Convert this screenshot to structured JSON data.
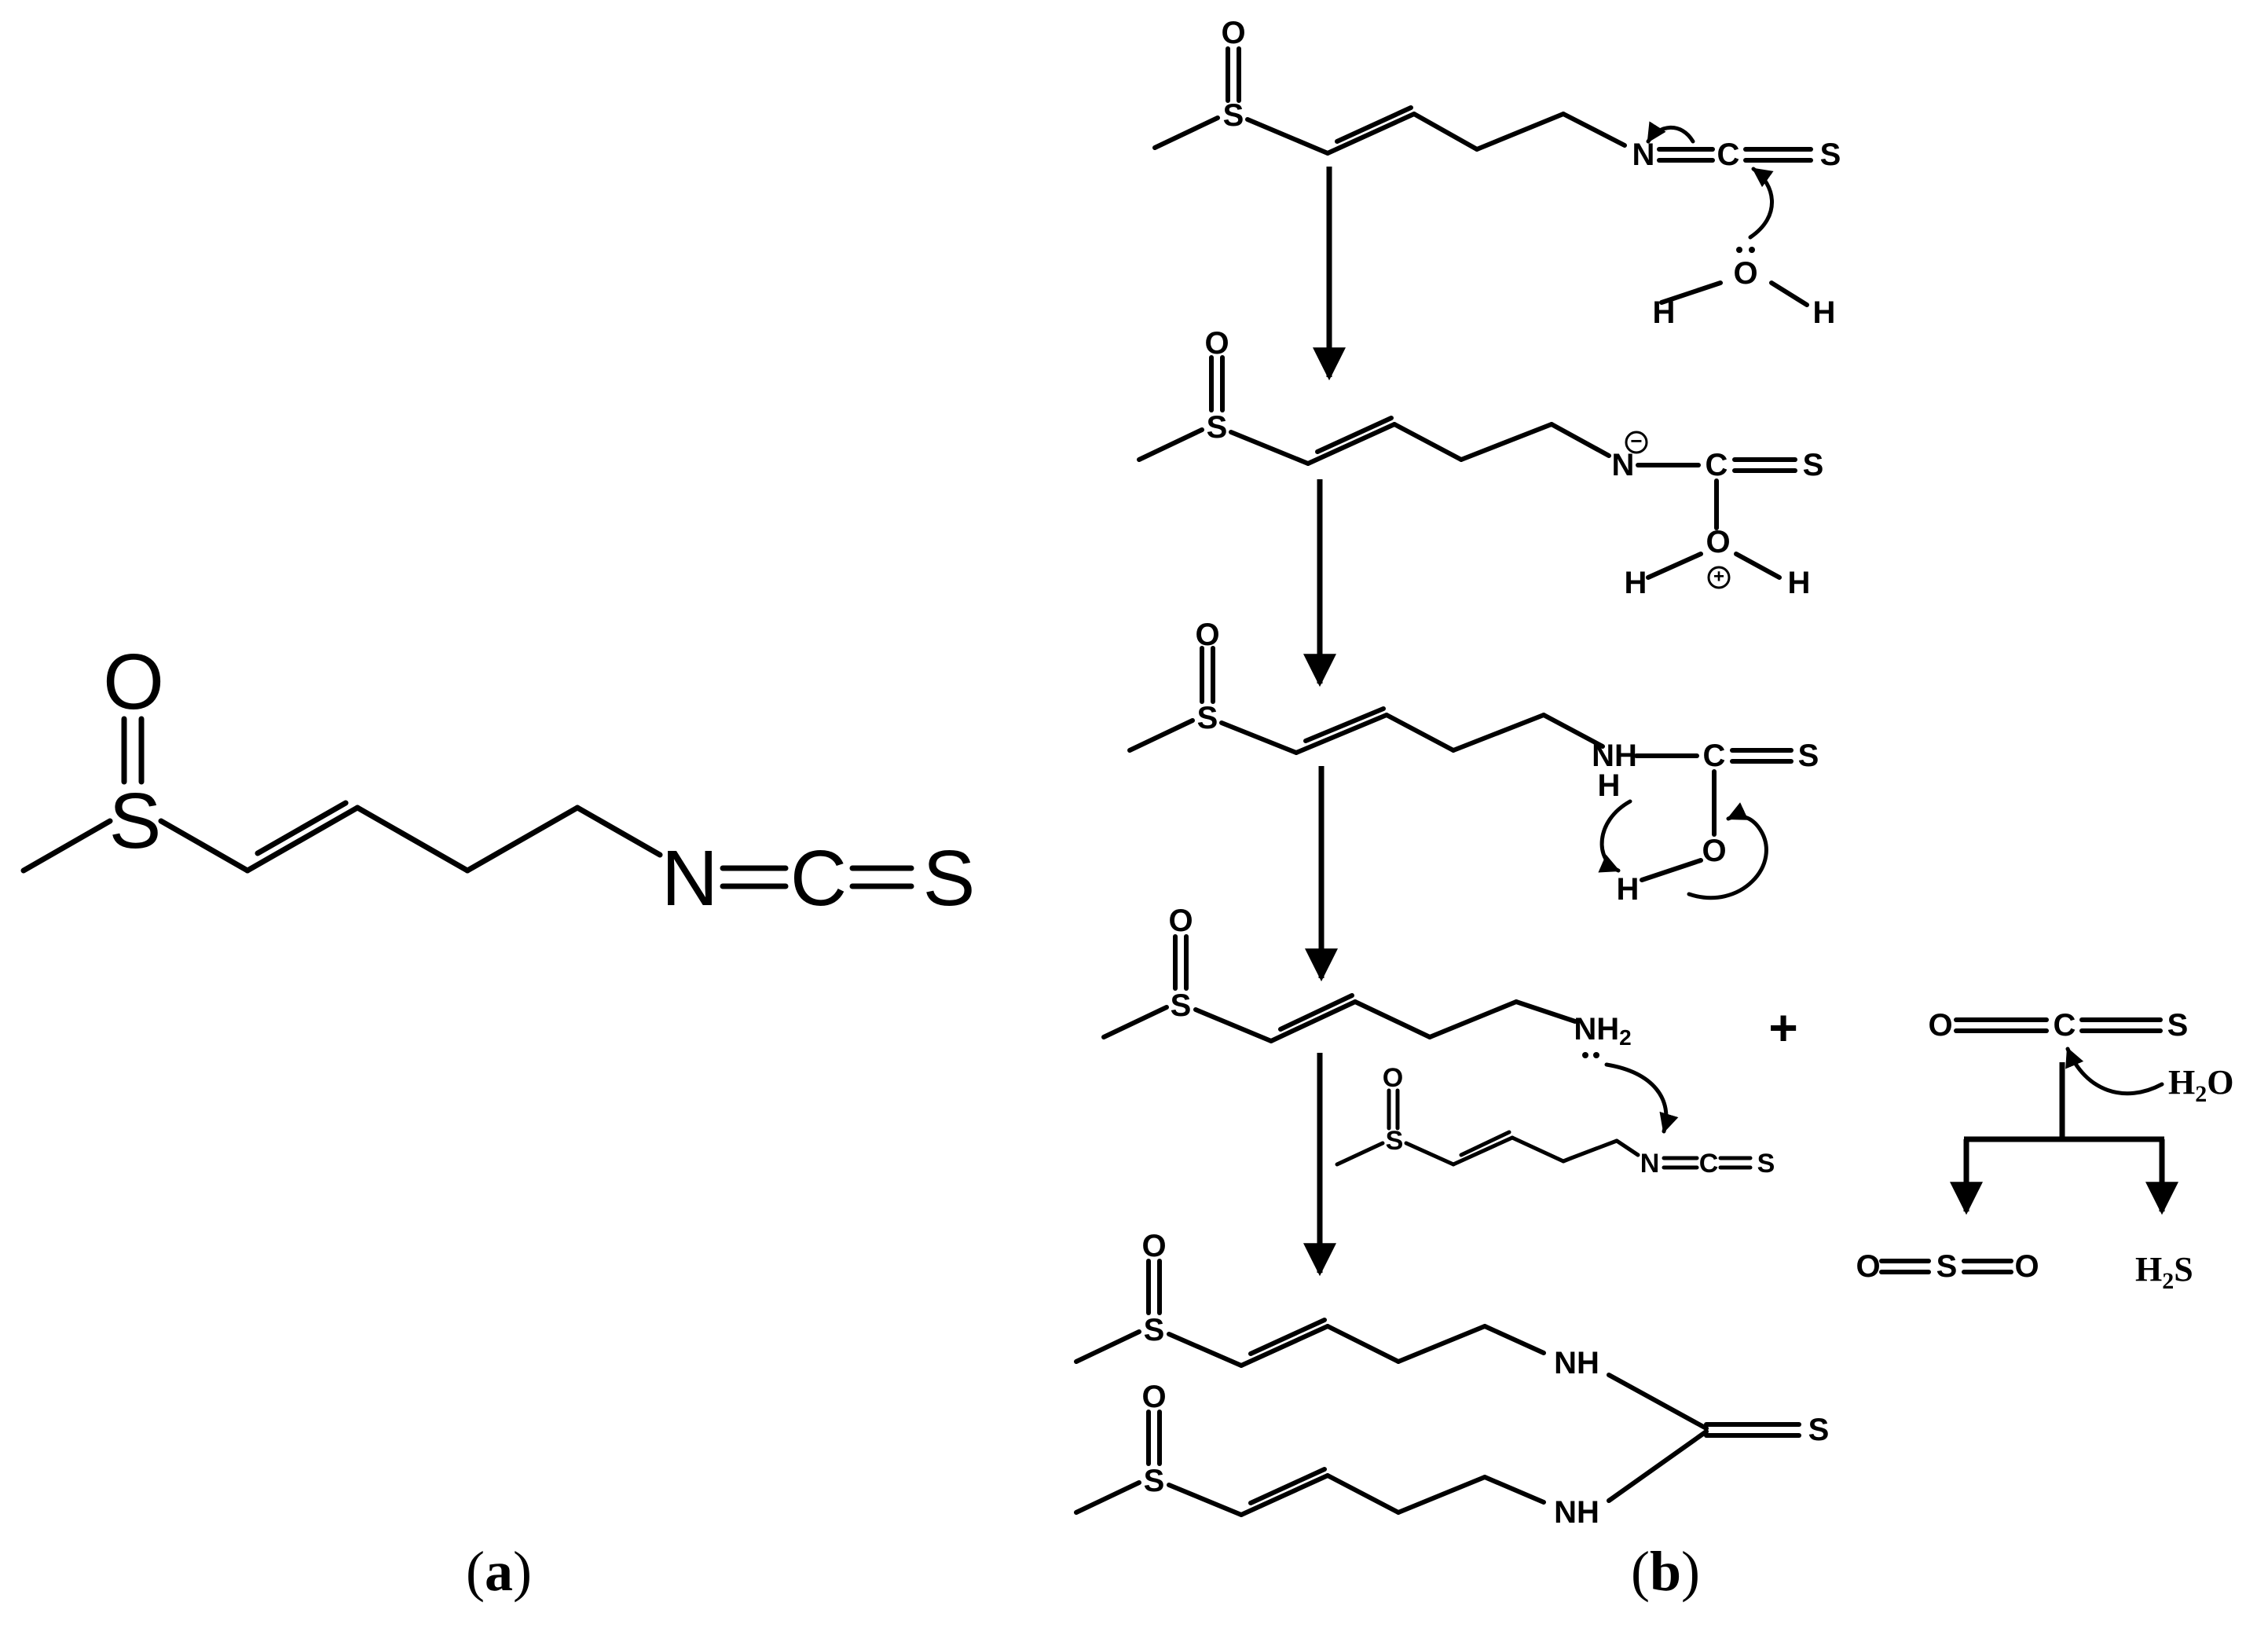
{
  "panels": {
    "a": {
      "open": "(",
      "letter": "a",
      "close": ")"
    },
    "b": {
      "open": "(",
      "letter": "b",
      "close": ")"
    }
  },
  "atoms": {
    "O": "O",
    "S": "S",
    "N": "N",
    "C": "C",
    "H": "H",
    "NH": "NH",
    "NH2_main": "NH",
    "NH2_sub": "2",
    "H2O_h": "H",
    "H2O_sub": "2",
    "H2O_o": "O",
    "H2S_h": "H",
    "H2S_sub": "2",
    "H2S_s": "S",
    "minus": "−",
    "plus_charge": "+",
    "plus_sign": "+"
  }
}
